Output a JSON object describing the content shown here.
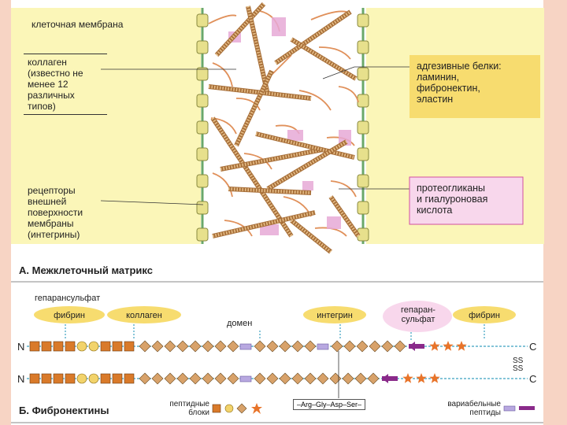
{
  "panel_a": {
    "labels": {
      "membrane": "клеточная мембрана",
      "collagen": "коллаген\n(известно не\nменее 12\nразличных\nтипов)",
      "adhesive": "адгезивные белки:\nламинин,\nфибронектин,\nэластин",
      "receptors": "рецепторы\nвнешней\nповерхности\nмембраны\n(интегрины)",
      "proteoglycans": "протеогликаны\nи гиалуроновая\nкислота"
    },
    "title": "А. Межклеточный матрикс"
  },
  "panel_b": {
    "labels": {
      "heparansulfate": "гепарансульфат",
      "fibrin_left": "фибрин",
      "collagen": "коллаген",
      "domain": "домен",
      "integrin": "интегрин",
      "heparan2": "гепаран-\nсульфат",
      "fibrin_right": "фибрин",
      "n1": "N",
      "n2": "N",
      "c1": "C",
      "c2": "C",
      "ss1": "SS",
      "ss2": "SS",
      "sequence": "–Arg–Gly–Asp–Ser–",
      "peptide_blocks": "пептидные\nблоки",
      "variable_peptides": "вариабельные\nпептиды"
    },
    "title": "Б. Фибронектины"
  },
  "colors": {
    "cell": "#fbf6b8",
    "fibre": "#a8703a",
    "rope": "#e0905a",
    "proteoglycan": "#e6a9d6",
    "square": "#d97a2a",
    "circle": "#f2d36b",
    "diamond": "#d8a26a",
    "star": "#e8742a",
    "highlight_yellow": "#f7dc6f",
    "highlight_pink": "#f8d7ec"
  }
}
